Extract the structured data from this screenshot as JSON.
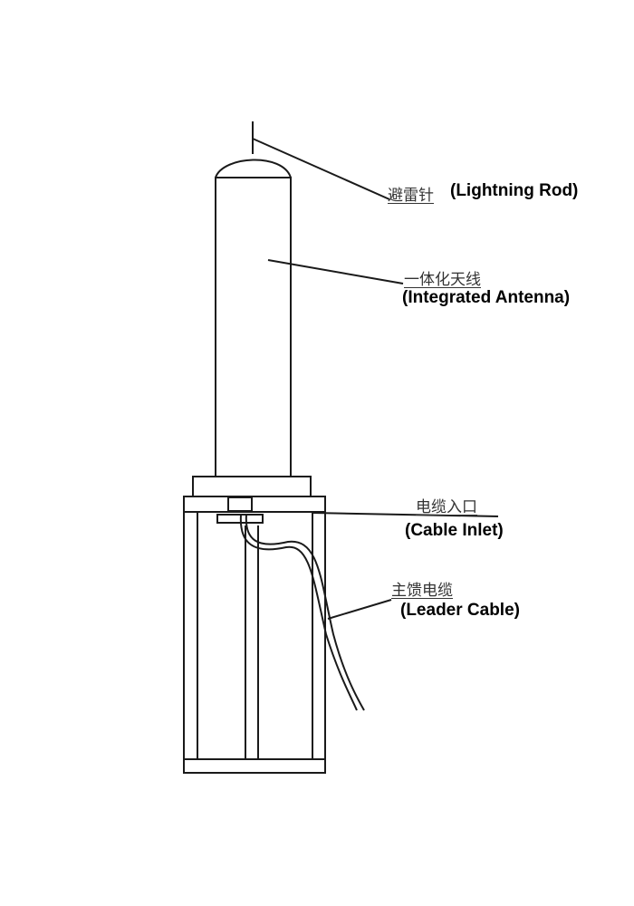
{
  "labels": {
    "lightning_rod": {
      "cn": "避雷针",
      "en": "(Lightning Rod)"
    },
    "integrated_antenna": {
      "cn": "一体化天线",
      "en": "(Integrated Antenna)"
    },
    "cable_inlet": {
      "cn": "电缆入口",
      "en": "(Cable Inlet)"
    },
    "leader_cable": {
      "cn": "主馈电缆",
      "en": "(Leader Cable)"
    }
  },
  "colors": {
    "line": "#1a1a1a",
    "background": "#ffffff"
  }
}
